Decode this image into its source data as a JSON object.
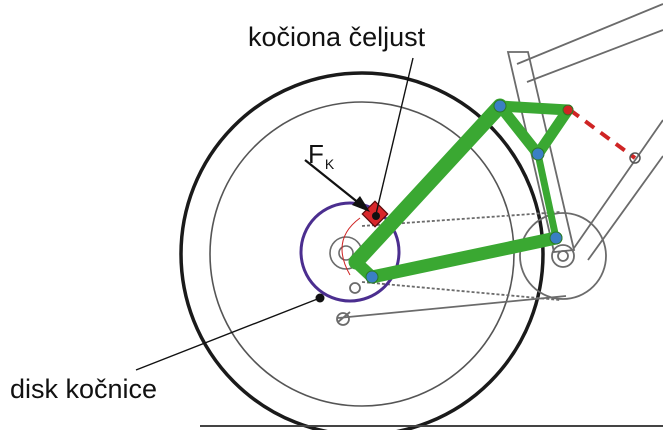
{
  "labels": {
    "caliper": "kočiona čeljust",
    "disc": "disk kočnice",
    "force_main": "F",
    "force_sub": "K"
  },
  "colors": {
    "frame_line": "#6b6b6b",
    "wheel": "#1a1a1a",
    "linkage_green": "#3aa832",
    "linkage_edge": "#2a7a24",
    "joint_blue": "#3a7fc4",
    "disc_purple": "#4b2e8f",
    "caliper_red": "#d8262a",
    "shock_dash": "#cf2424"
  },
  "icons": {
    "force": "force-arrow-icon",
    "caliper": "caliper-marker-icon",
    "pivot": "pivot-joint-icon"
  }
}
